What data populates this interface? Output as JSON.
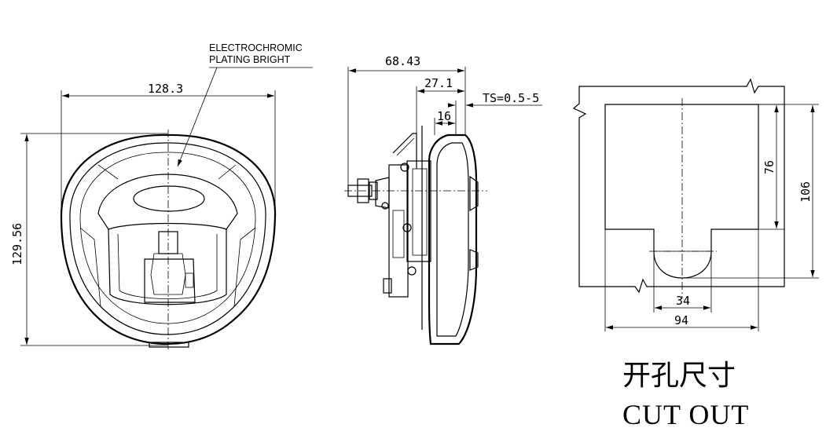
{
  "front_view": {
    "width_dim": "128.3",
    "height_dim": "129.56",
    "note_line1": "ELECTROCHROMIC",
    "note_line2": "PLATING  BRIGHT"
  },
  "side_view": {
    "dim_overall": "68.43",
    "dim_mid": "27.1",
    "dim_small": "16",
    "dim_ts": "TS=0.5-5"
  },
  "cutout_view": {
    "dim_76": "76",
    "dim_106": "106",
    "dim_34": "34",
    "dim_94": "94",
    "title_cn": "开孔尺寸",
    "title_en": "CUT  OUT"
  }
}
